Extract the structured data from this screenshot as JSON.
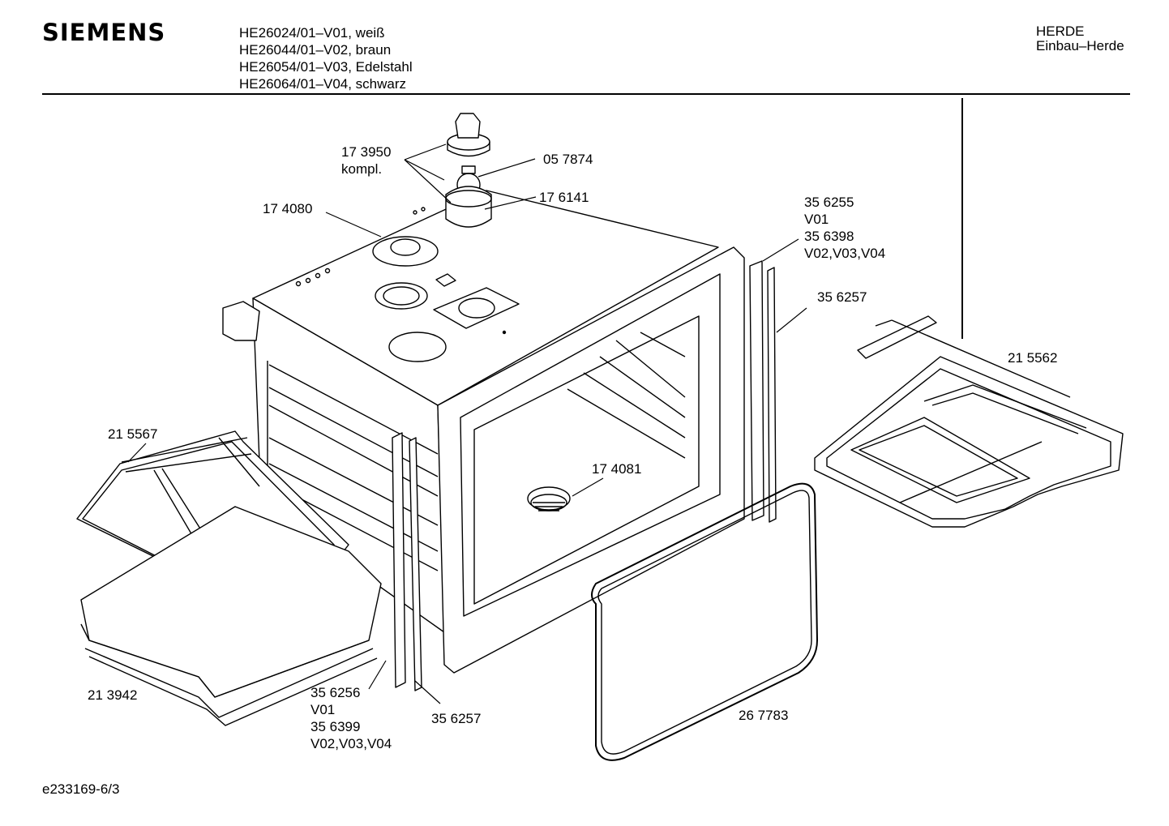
{
  "brand": "SIEMENS",
  "models": [
    "HE26024/01–V01, weiß",
    "HE26044/01–V02, braun",
    "HE26054/01–V03, Edelstahl",
    "HE26064/01–V04, schwarz"
  ],
  "category": {
    "line1": "HERDE",
    "line2": "Einbau–Herde"
  },
  "parts": {
    "p173950": "17 3950",
    "p173950_sub": "kompl.",
    "p057874": "05 7874",
    "p176141": "17 6141",
    "p174080": "17 4080",
    "p356255": "35 6255",
    "p356255_v": "V01",
    "p356398": "35 6398",
    "p356398_v": "V02,V03,V04",
    "p356257_top": "35 6257",
    "p215562": "21 5562",
    "p215567": "21 5567",
    "p174081": "17 4081",
    "p213942": "21 3942",
    "p356256": "35 6256",
    "p356256_v": "V01",
    "p356399": "35 6399",
    "p356399_v": "V02,V03,V04",
    "p356257_bottom": "35 6257",
    "p267783": "26 7783"
  },
  "footer": "e233169-6/3"
}
